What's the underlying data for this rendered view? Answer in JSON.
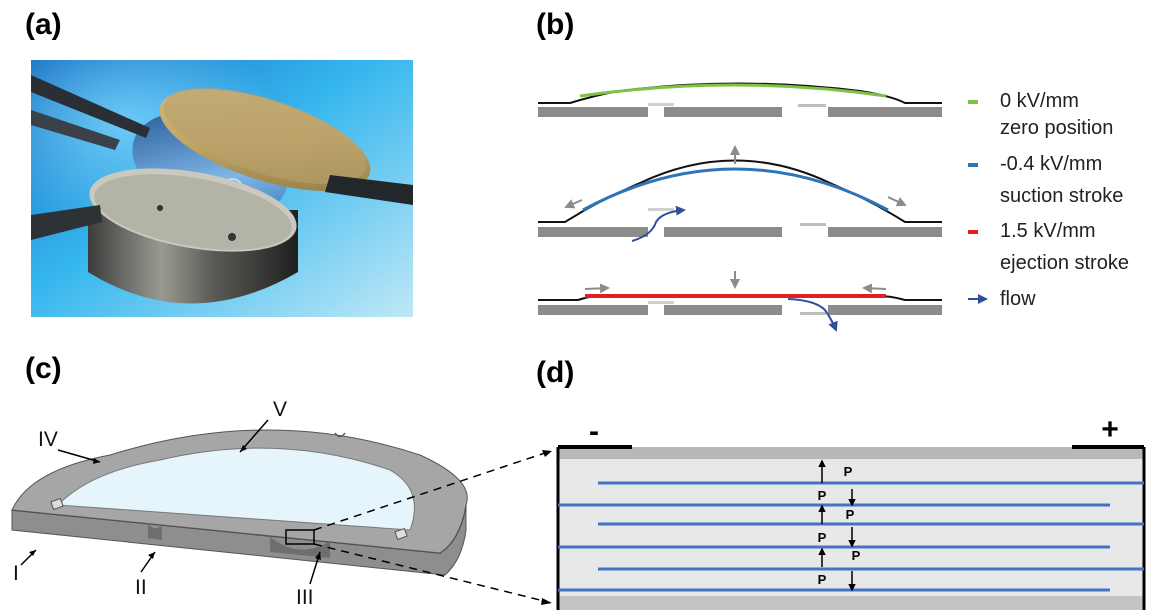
{
  "panels": {
    "a": "(a)",
    "b": "(b)",
    "c": "(c)",
    "d": "(d)"
  },
  "legend": [
    {
      "line1": "0 kV/mm",
      "line2": "zero position",
      "color": "#7dc242"
    },
    {
      "line1": "-0.4 kV/mm",
      "line2": "suction stroke",
      "color": "#2e75b6"
    },
    {
      "line1": "1.5 kV/mm",
      "line2": "ejection stroke",
      "color": "#e02020"
    },
    {
      "line1": "flow",
      "line2": "",
      "color": "#2e4f9a"
    }
  ],
  "part_labels": [
    "I",
    "II",
    "III",
    "IV",
    "V"
  ],
  "stack": {
    "minus": "-",
    "plus": "+",
    "polarization": "P",
    "layer_color": "#4472c4"
  },
  "colors": {
    "green": "#7dc242",
    "blue": "#2e75b6",
    "red": "#e02020",
    "flow": "#2e4f9a",
    "grey": "#8c8c8c"
  }
}
